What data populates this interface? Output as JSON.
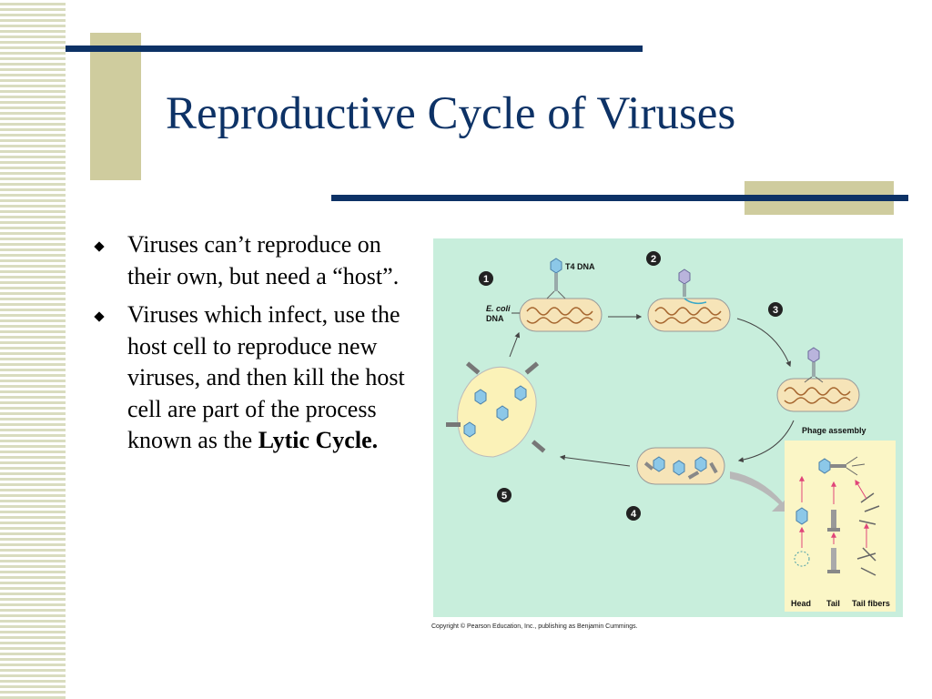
{
  "slide": {
    "title": "Reproductive Cycle of Viruses",
    "bullets": [
      "Viruses can’t reproduce on their own, but need a “host”.",
      "Viruses which infect, use the host cell to reproduce new viruses, and then kill the host cell are part of the process known as the"
    ],
    "bullet2_bold": "Lytic Cycle.",
    "colors": {
      "navy": "#0d3266",
      "tan": "#cfcc9e",
      "figure_bg": "#c8eedc"
    }
  },
  "figure": {
    "steps": [
      "1",
      "2",
      "3",
      "4",
      "5"
    ],
    "labels": {
      "t4_dna": "T4 DNA",
      "ecoli": "E. coli",
      "dna": "DNA",
      "phage_assembly": "Phage assembly",
      "head": "Head",
      "tail": "Tail",
      "tail_fibers": "Tail fibers"
    },
    "caption": "Copyright © Pearson Education, Inc., publishing as Benjamin Cummings."
  }
}
